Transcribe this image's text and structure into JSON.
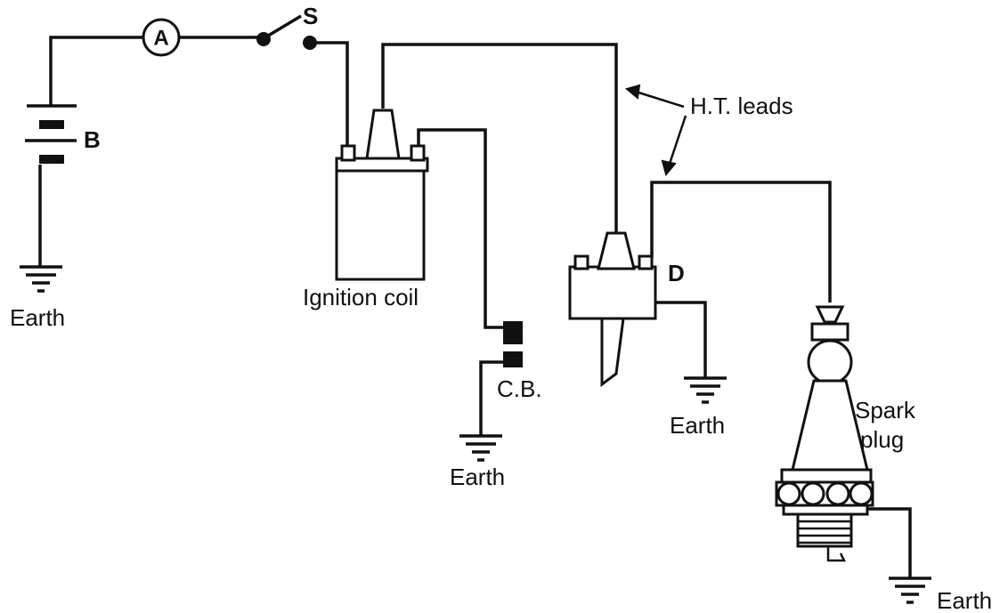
{
  "labels": {
    "ammeter": "A",
    "switch": "S",
    "battery": "B",
    "ht_leads": "H.T. leads",
    "ignition_coil": "Ignition coil",
    "distributor": "D",
    "contact_breaker": "C.B.",
    "spark_plug_line1": "Spark",
    "spark_plug_line2": "plug",
    "earth": "Earth"
  }
}
